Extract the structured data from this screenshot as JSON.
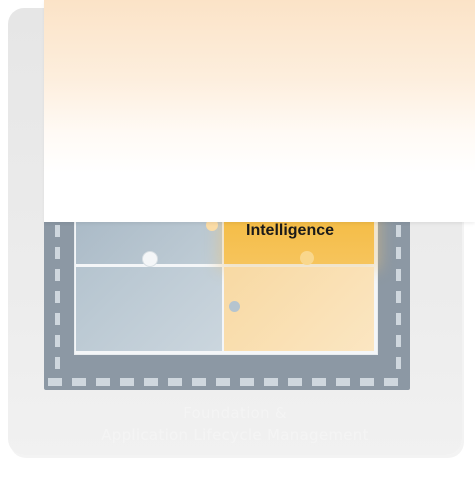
{
  "diagram": {
    "intelligence_label": "Intelligence",
    "foundation": {
      "line1": "Foundation &",
      "line2": "Application Lifecycle Management"
    }
  },
  "colors": {
    "accent_gold": "#f4bb40",
    "frame_grey": "#8c98a4",
    "piece_blue_grey": "#a9b9c6"
  }
}
